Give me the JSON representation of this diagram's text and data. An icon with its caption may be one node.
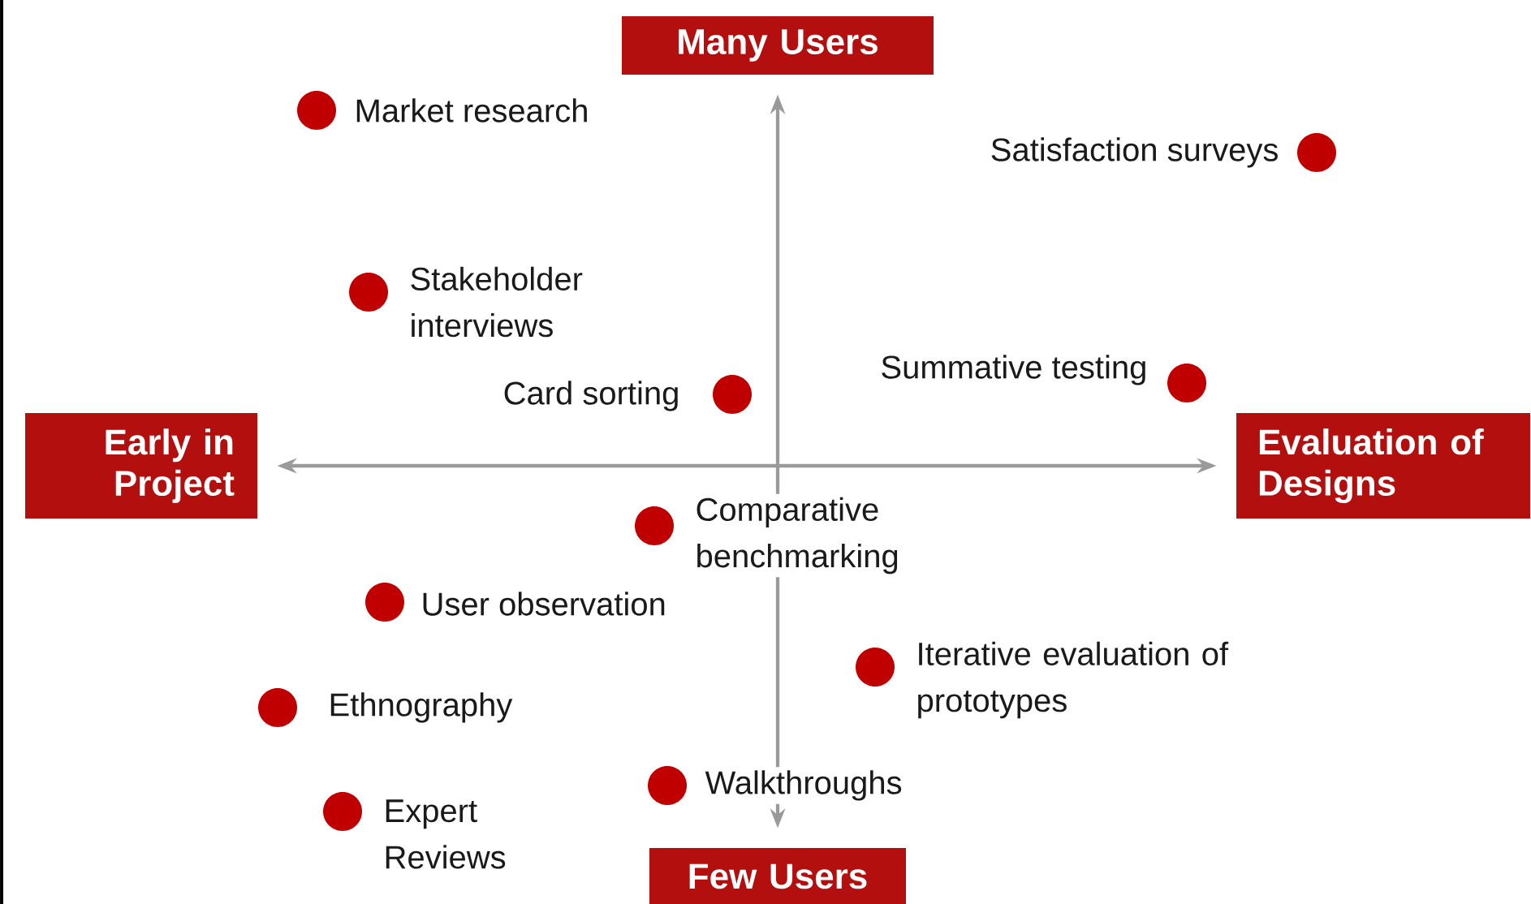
{
  "diagram": {
    "nodes": [
      {
        "text": [
          "Many Users"
        ]
      },
      {
        "text": [
          "Early in Project"
        ]
      },
      {
        "text": [
          "Evaluation of Designs"
        ]
      },
      {
        "text": [
          "Few Users"
        ]
      }
    ],
    "edges": [
      {
        "from": 0,
        "to": 3,
        "arrow": "both"
      },
      {
        "from": 1,
        "to": 2,
        "arrow": "both"
      }
    ],
    "labels": [
      "Market research",
      "Satisfaction surveys",
      "Stakeholder interviews",
      "Card sorting",
      "Summative testing",
      "Comparative benchmarking",
      "User observation",
      "Iterative evaluation of prototypes",
      "Ethnography",
      "Walkthroughs",
      "Expert Reviews"
    ]
  }
}
